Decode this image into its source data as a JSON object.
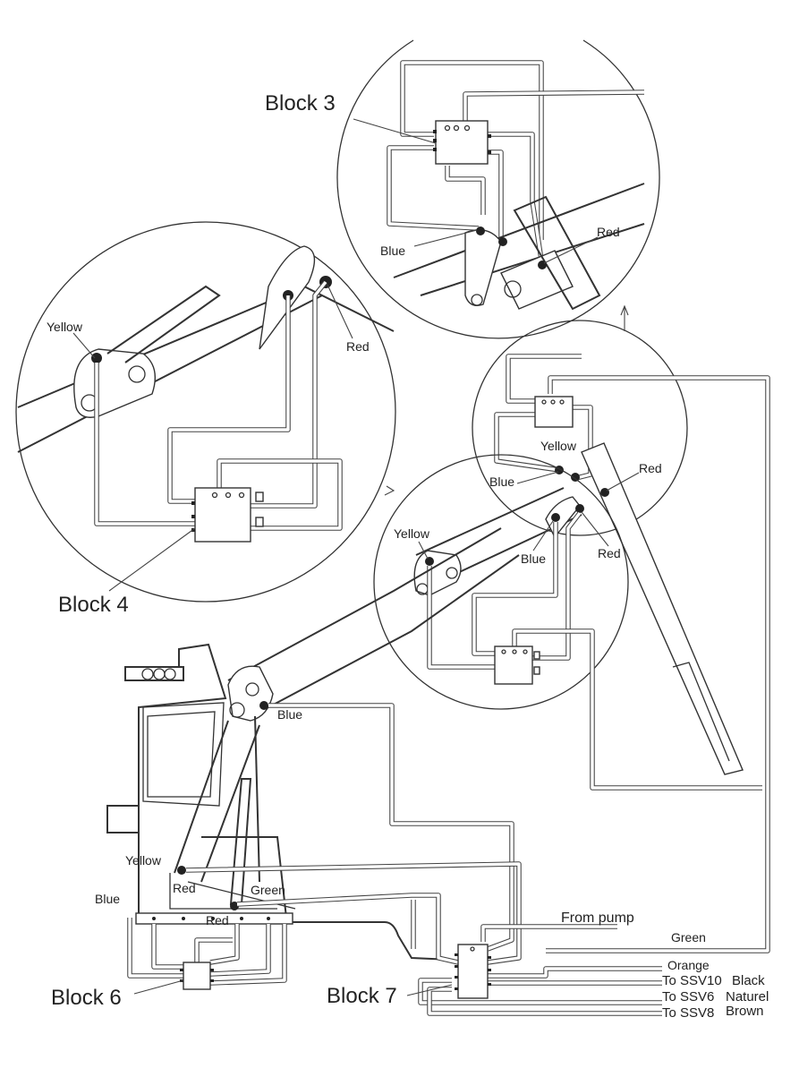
{
  "diagram": {
    "blocks": {
      "block3": "Block 3",
      "block4": "Block 4",
      "block6": "Block 6",
      "block7": "Block 7"
    },
    "labels": {
      "yellow": "Yellow",
      "red": "Red",
      "blue": "Blue",
      "green": "Green",
      "from_pump": "From pump",
      "orange": "Orange",
      "to_ssv10": "To SSV10",
      "black": "Black",
      "to_ssv6": "To SSV6",
      "naturel": "Naturel",
      "to_ssv8": "To SSV8",
      "brown": "Brown"
    }
  }
}
